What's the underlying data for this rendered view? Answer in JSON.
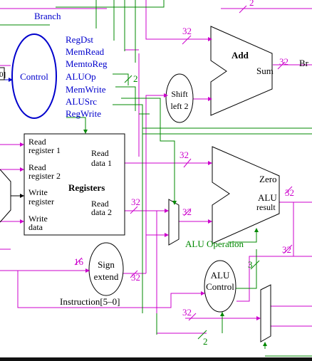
{
  "colors": {
    "magenta": "#cc00cc",
    "green": "#008800",
    "blue": "#0000cc",
    "black": "#000000",
    "bottom_bar": "#111111"
  },
  "top_edge": {
    "label": "2"
  },
  "control": {
    "title": "Control",
    "branch": "Branch",
    "signals": [
      "RegDst",
      "MemRead",
      "MemtoReg",
      "ALUOp",
      "MemWrite",
      "ALUSrc",
      "RegWrite"
    ],
    "left_fragment": "0]"
  },
  "shift_left": {
    "line1": "Shift",
    "line2": "left 2"
  },
  "adder": {
    "title": "Add",
    "sum": "Sum",
    "in_width": "32",
    "out_width": "32",
    "out_label": "Br"
  },
  "alu_op_width": "2",
  "registers": {
    "title": "Registers",
    "read_reg1_l1": "Read",
    "read_reg1_l2": "register 1",
    "read_reg2_l1": "Read",
    "read_reg2_l2": "register 2",
    "write_reg_l1": "Write",
    "write_reg_l2": "register",
    "write_data_l1": "Write",
    "write_data_l2": "data",
    "read_data1_l1": "Read",
    "read_data1_l2": "data 1",
    "read_data2_l1": "Read",
    "read_data2_l2": "data 2"
  },
  "alu": {
    "zero": "Zero",
    "result_l1": "ALU",
    "result_l2": "result",
    "operation": "ALU Operation"
  },
  "sign_extend": {
    "line1": "Sign",
    "line2": "extend",
    "in_width": "16",
    "out_width": "32"
  },
  "alu_control": {
    "line1": "ALU",
    "line2": "Control",
    "op_width": "3",
    "in_width": "2"
  },
  "instruction_field": "Instruction[5–0]",
  "bus_widths": {
    "read_data1": "32",
    "read_data2": "32",
    "mux_out": "32",
    "alu_result": "32",
    "right_mid": "32",
    "funct": "32"
  }
}
